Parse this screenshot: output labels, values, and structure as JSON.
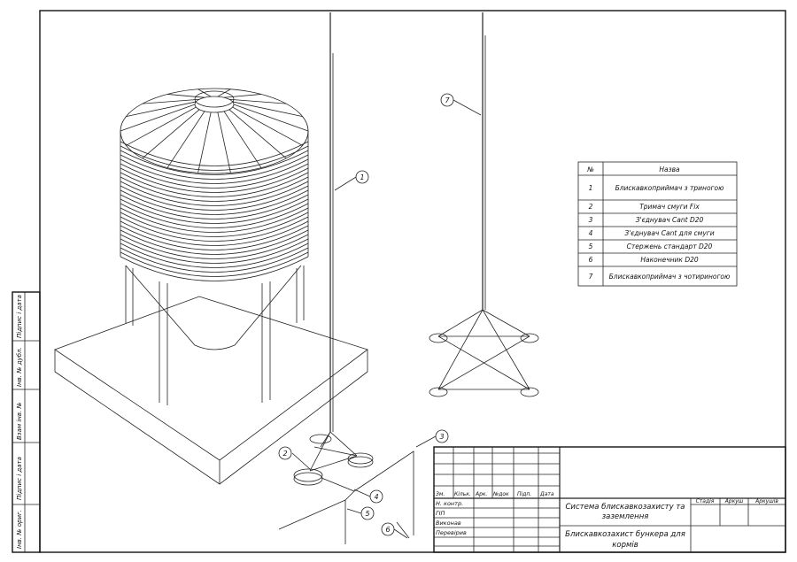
{
  "callouts": [
    "1",
    "2",
    "3",
    "4",
    "5",
    "6",
    "7"
  ],
  "parts_table": {
    "headers": [
      "№",
      "Назва"
    ],
    "rows": [
      {
        "num": "1",
        "name": "Блискавкоприймач з триногою"
      },
      {
        "num": "2",
        "name": "Тримач смуги Fix"
      },
      {
        "num": "3",
        "name": "З'єднувач Cant D20"
      },
      {
        "num": "4",
        "name": "З'єднувач Cant для смуги"
      },
      {
        "num": "5",
        "name": "Стержень стандарт D20"
      },
      {
        "num": "6",
        "name": "Наконечник D20"
      },
      {
        "num": "7",
        "name": "Блискавкоприймач з чотириногою"
      }
    ]
  },
  "side_stamp": [
    "Підпис і дата",
    "Інв. № дубл.",
    "Взам інв. №",
    "Підпис і дата",
    "Інв. № ориг."
  ],
  "title_block": {
    "rev_headers": [
      "Зм.",
      "Кільк.",
      "Арк.",
      "№док",
      "Підп.",
      "Дата"
    ],
    "roles": [
      "Н. контр.",
      "ГІП",
      "Виконав",
      "Перевірив"
    ],
    "system_title_line1": "Система блискавкозахисту та",
    "system_title_line2": "заземлення",
    "drawing_title_line1": "Блискавкозахист бункера для",
    "drawing_title_line2": "кормів",
    "stage_headers": [
      "Стадія",
      "Аркуш",
      "Аркушів"
    ]
  }
}
